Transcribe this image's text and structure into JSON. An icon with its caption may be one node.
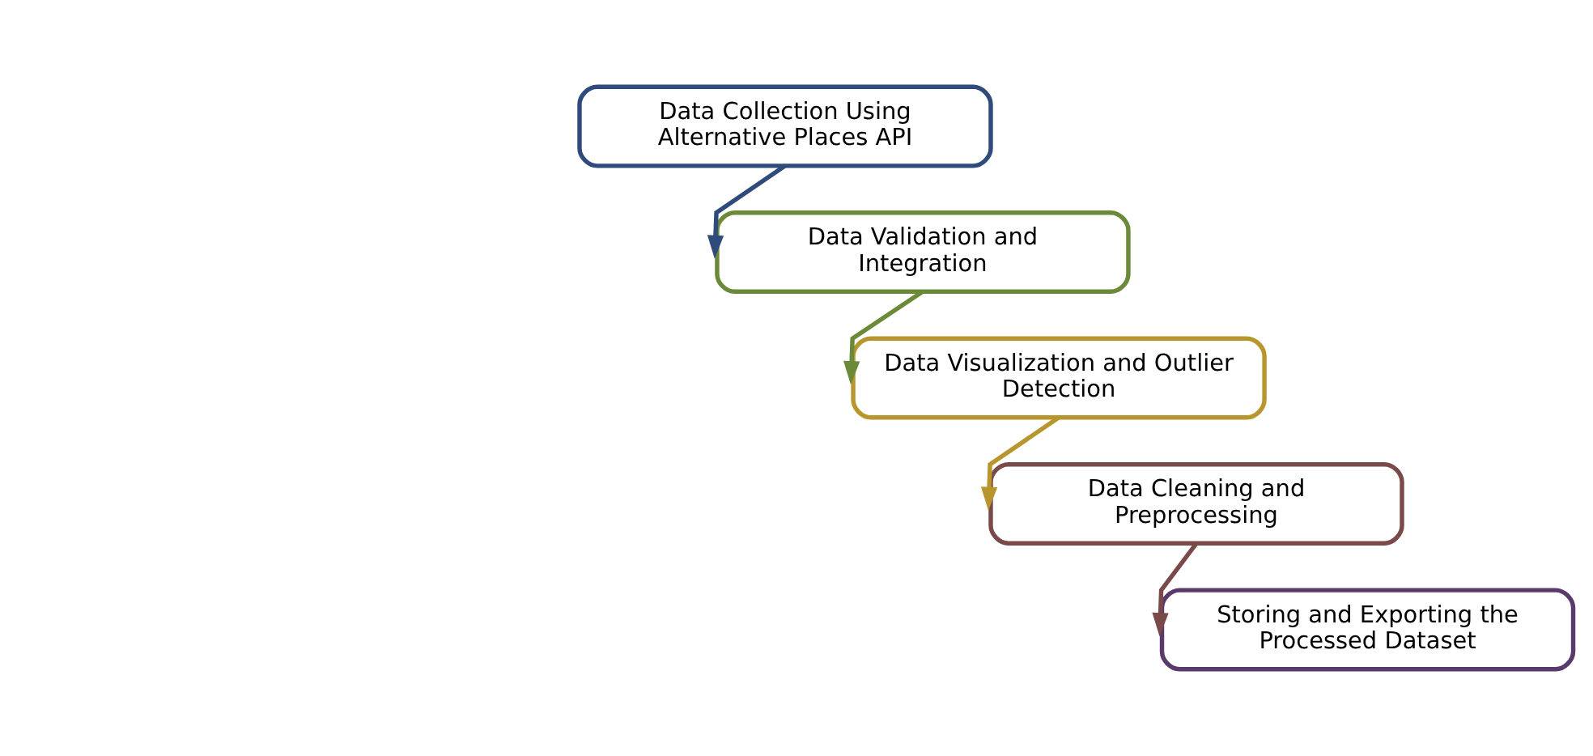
{
  "diagram": {
    "nodes": [
      {
        "text": [
          "Data Collection Using Alternative Places API"
        ]
      },
      {
        "text": [
          "Data Validation and Integration"
        ]
      },
      {
        "text": [
          "Data Visualization and Outlier Detection"
        ]
      },
      {
        "text": [
          "Data Cleaning and Preprocessing"
        ]
      },
      {
        "text": [
          "Storing and Exporting the Processed Dataset"
        ]
      }
    ],
    "edges": [
      {
        "from": 0,
        "to": 1,
        "arrow": "to",
        "color": "#2f4b7c"
      },
      {
        "from": 1,
        "to": 2,
        "arrow": "to",
        "color": "#6a8a3a"
      },
      {
        "from": 2,
        "to": 3,
        "arrow": "to",
        "color": "#b8962e"
      },
      {
        "from": 3,
        "to": 4,
        "arrow": "to",
        "color": "#7a4a4a"
      }
    ]
  }
}
